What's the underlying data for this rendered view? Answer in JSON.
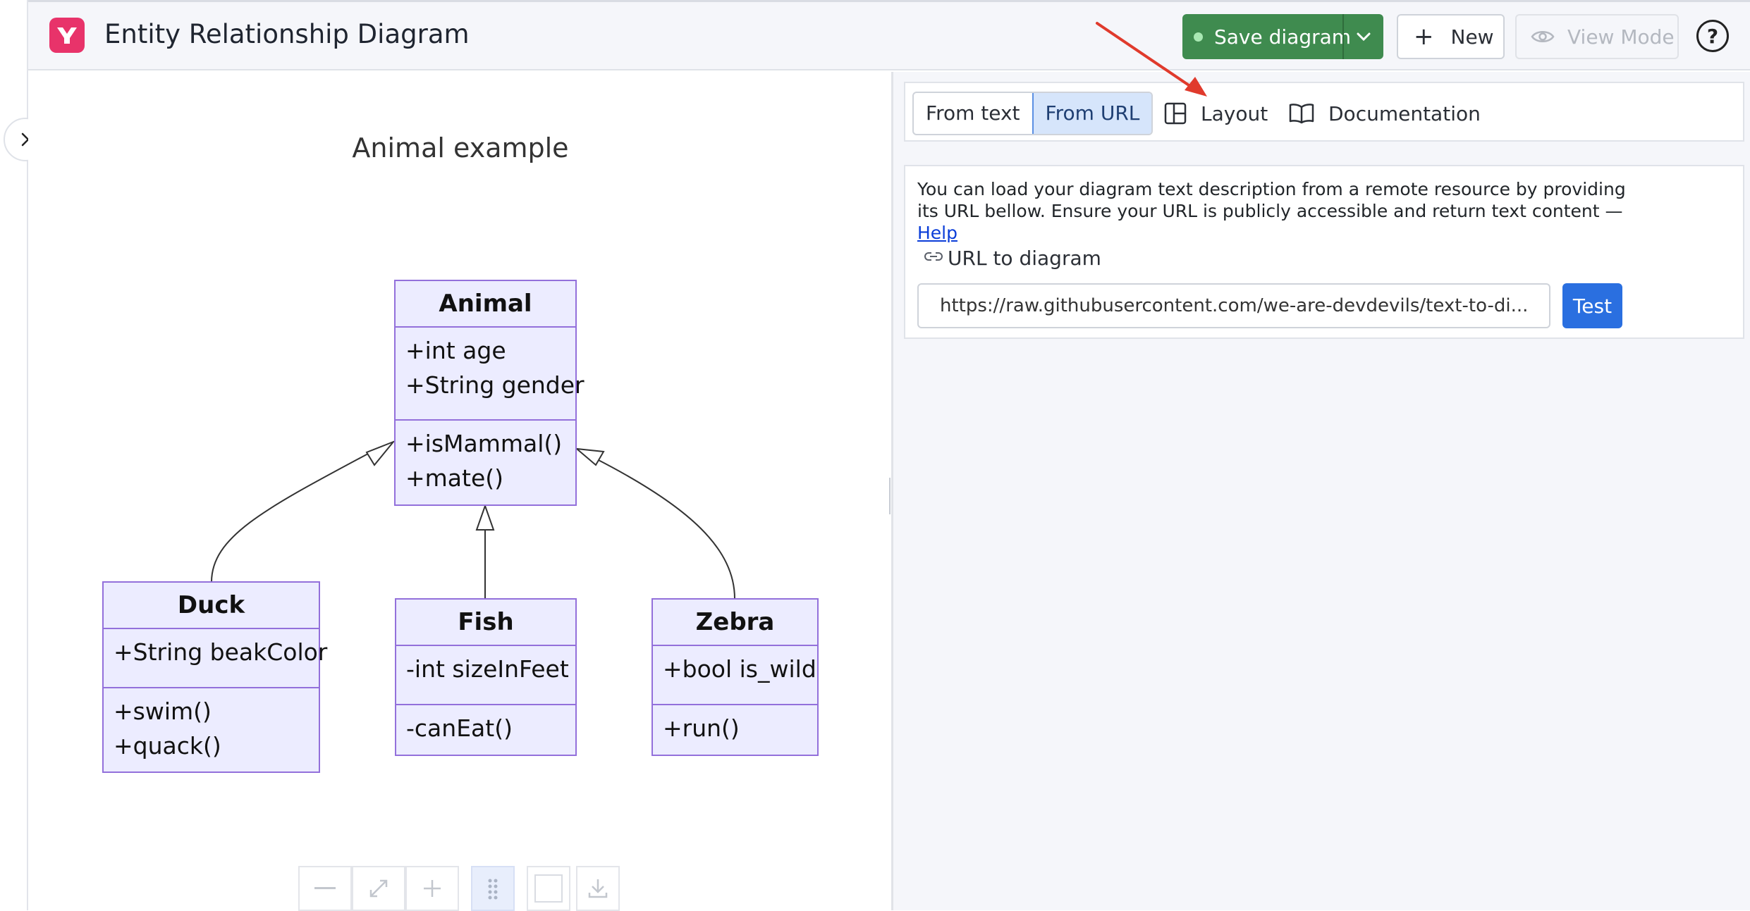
{
  "app": {
    "title": "Entity Relationship Diagram"
  },
  "header": {
    "save_label": "Save diagram",
    "new_label": "New",
    "view_mode_label": "View Mode"
  },
  "diagram": {
    "title": "Animal example",
    "classes": [
      {
        "name": "Animal",
        "attributes": [
          "+int age",
          "+String gender"
        ],
        "methods": [
          "+isMammal()",
          "+mate()"
        ]
      },
      {
        "name": "Duck",
        "attributes": [
          "+String beakColor"
        ],
        "methods": [
          "+swim()",
          "+quack()"
        ]
      },
      {
        "name": "Fish",
        "attributes": [
          "-int sizeInFeet"
        ],
        "methods": [
          "-canEat()"
        ]
      },
      {
        "name": "Zebra",
        "attributes": [
          "+bool is_wild"
        ],
        "methods": [
          "+run()"
        ]
      }
    ],
    "relations": [
      "Duck inherits Animal",
      "Fish inherits Animal",
      "Zebra inherits Animal"
    ]
  },
  "zoom_toolbar": {
    "icons": [
      "zoom-out-icon",
      "fit-icon",
      "zoom-in-icon",
      "drag-icon",
      "square-icon",
      "download-icon"
    ]
  },
  "panel": {
    "tabs": {
      "from_text": "From text",
      "from_url": "From URL",
      "layout": "Layout",
      "documentation": "Documentation"
    },
    "description": "You can load your diagram text description from a remote resource by providing its URL bellow. Ensure your URL is publicly accessible and return text content —",
    "help_link": "Help",
    "url_label": "URL to diagram",
    "url_value": "https://raw.githubusercontent.com/we-are-devdevils/text-to-di...",
    "test_label": "Test"
  },
  "colors": {
    "accent_green": "#3f8b4f",
    "brand_pink": "#e8336a",
    "uml_fill": "#ececff",
    "uml_stroke": "#9370db",
    "annotation_red": "#e03a2c"
  }
}
